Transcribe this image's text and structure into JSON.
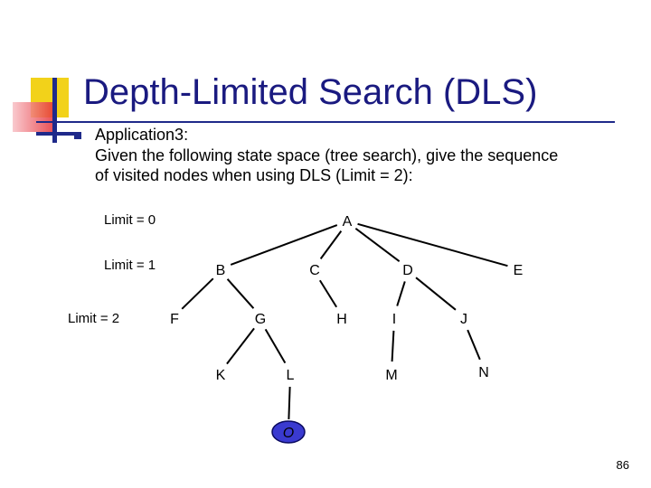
{
  "title": "Depth-Limited Search (DLS)",
  "body": {
    "heading": "Application3:",
    "line1": "Given the following state space (tree search), give the sequence",
    "line2": "of visited nodes when using DLS  (Limit = 2):"
  },
  "limits": [
    "Limit = 0",
    "Limit = 1",
    "Limit = 2"
  ],
  "tree": {
    "nodes": [
      {
        "id": "A",
        "label": "A"
      },
      {
        "id": "B",
        "label": "B"
      },
      {
        "id": "C",
        "label": "C"
      },
      {
        "id": "D",
        "label": "D"
      },
      {
        "id": "E",
        "label": "E"
      },
      {
        "id": "F",
        "label": "F"
      },
      {
        "id": "G",
        "label": "G"
      },
      {
        "id": "H",
        "label": "H"
      },
      {
        "id": "I",
        "label": "I"
      },
      {
        "id": "J",
        "label": "J"
      },
      {
        "id": "K",
        "label": "K"
      },
      {
        "id": "L",
        "label": "L"
      },
      {
        "id": "M",
        "label": "M"
      },
      {
        "id": "N",
        "label": "N"
      },
      {
        "id": "O",
        "label": "O",
        "highlight": true
      }
    ],
    "edges": [
      [
        "A",
        "B"
      ],
      [
        "A",
        "C"
      ],
      [
        "A",
        "D"
      ],
      [
        "A",
        "E"
      ],
      [
        "B",
        "F"
      ],
      [
        "B",
        "G"
      ],
      [
        "C",
        "H"
      ],
      [
        "D",
        "I"
      ],
      [
        "D",
        "J"
      ],
      [
        "G",
        "K"
      ],
      [
        "G",
        "L"
      ],
      [
        "I",
        "M"
      ],
      [
        "J",
        "N"
      ],
      [
        "L",
        "O"
      ]
    ]
  },
  "colors": {
    "title": "#1a1a80",
    "rule": "#1f2a8a",
    "deco_yellow": "#f2d21a",
    "deco_red": "#e62e35",
    "deco_blue": "#1f2a8a",
    "edge": "#000000",
    "highlight_fill": "#3a3ad0",
    "highlight_stroke": "#0a0a60"
  },
  "page_number": "86"
}
